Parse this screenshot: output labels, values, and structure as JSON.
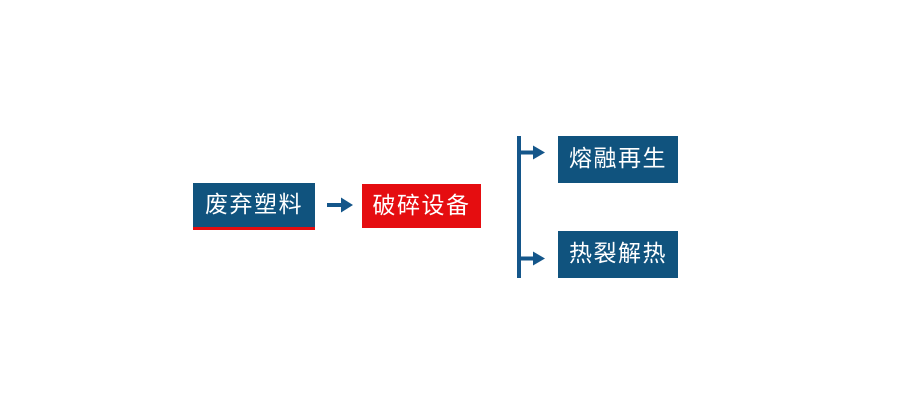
{
  "colors": {
    "canvas_bg": "#ffffff",
    "node_blue": "#10537E",
    "node_red": "#E50D10",
    "connector_blue": "#14568A",
    "underline_red": "#E50D10",
    "text_white": "#ffffff"
  },
  "diagram": {
    "type": "flowchart",
    "nodes": [
      {
        "id": "waste-plastic",
        "label": "废弃塑料",
        "color": "blue",
        "underline": "red"
      },
      {
        "id": "crushing-equipment",
        "label": "破碎设备",
        "color": "red"
      },
      {
        "id": "melt-regeneration",
        "label": "熔融再生",
        "color": "blue"
      },
      {
        "id": "pyrolysis",
        "label": "热裂解热",
        "color": "blue"
      }
    ],
    "connectors": [
      {
        "name": "arrow-main",
        "from": "废弃塑料",
        "to": "破碎设备",
        "type": "arrow-right"
      },
      {
        "name": "branch-trunk",
        "type": "vertical-line"
      },
      {
        "name": "arrow-branch-top",
        "from": "branch-trunk",
        "to": "熔融再生",
        "type": "arrow-right"
      },
      {
        "name": "arrow-branch-bottom",
        "from": "branch-trunk",
        "to": "热裂解热",
        "type": "arrow-right"
      }
    ]
  }
}
